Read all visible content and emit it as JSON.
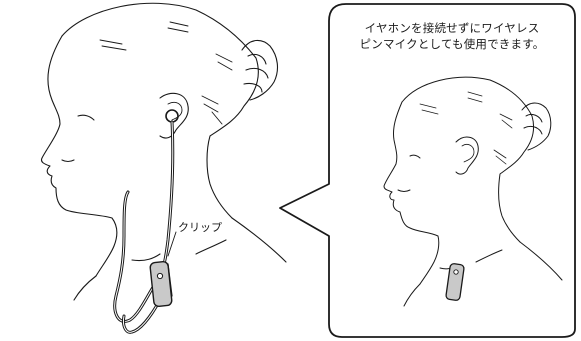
{
  "callout": {
    "line1": "イヤホンを接続せずにワイヤレス",
    "line2": "ピンマイクとしても使用できます。"
  },
  "labels": {
    "clip": "クリップ"
  }
}
